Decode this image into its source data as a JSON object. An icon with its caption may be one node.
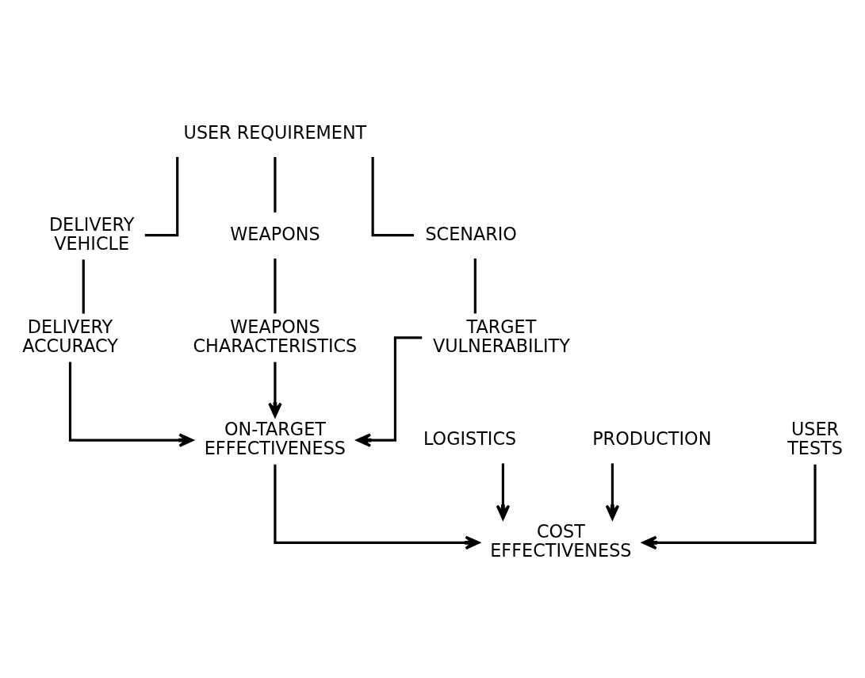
{
  "diagram": {
    "nodes": [
      {
        "text": [
          "USER REQUIREMENT"
        ]
      },
      {
        "text": [
          "DELIVERY VEHICLE"
        ]
      },
      {
        "text": [
          "WEAPONS"
        ]
      },
      {
        "text": [
          "SCENARIO"
        ]
      },
      {
        "text": [
          "DELIVERY ACCURACY"
        ]
      },
      {
        "text": [
          "WEAPONS CHARACTERISTICS"
        ]
      },
      {
        "text": [
          "TARGET VULNERABILITY"
        ]
      },
      {
        "text": [
          "ON-TARGET EFFECTIVENESS"
        ]
      },
      {
        "text": [
          "LOGISTICS"
        ]
      },
      {
        "text": [
          "PRODUCTION"
        ]
      },
      {
        "text": [
          "USER TESTS"
        ]
      },
      {
        "text": [
          "COST EFFECTIVENESS"
        ]
      }
    ],
    "edges": [
      {
        "from": 0,
        "to": 1,
        "arrow": "none"
      },
      {
        "from": 0,
        "to": 2,
        "arrow": "none"
      },
      {
        "from": 0,
        "to": 3,
        "arrow": "none"
      },
      {
        "from": 1,
        "to": 4,
        "arrow": "none"
      },
      {
        "from": 2,
        "to": 5,
        "arrow": "none"
      },
      {
        "from": 3,
        "to": 6,
        "arrow": "none"
      },
      {
        "from": 4,
        "to": 7,
        "arrow": "to"
      },
      {
        "from": 5,
        "to": 7,
        "arrow": "to"
      },
      {
        "from": 6,
        "to": 7,
        "arrow": "to"
      },
      {
        "from": 7,
        "to": 11,
        "arrow": "to"
      },
      {
        "from": 8,
        "to": 11,
        "arrow": "to"
      },
      {
        "from": 9,
        "to": 11,
        "arrow": "to"
      },
      {
        "from": 10,
        "to": 11,
        "arrow": "to"
      }
    ]
  }
}
